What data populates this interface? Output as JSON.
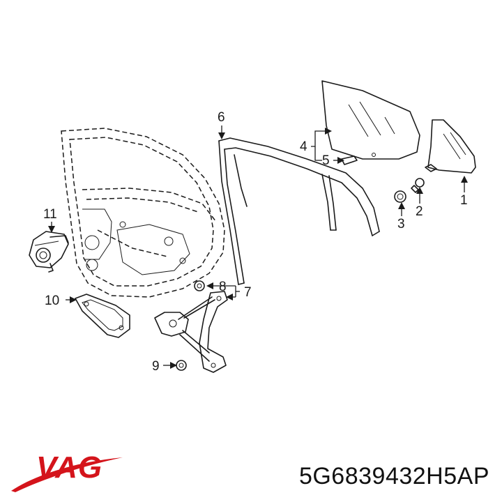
{
  "diagram": {
    "callouts": [
      "1",
      "2",
      "3",
      "4",
      "5",
      "6",
      "7",
      "8",
      "9",
      "10",
      "11"
    ]
  },
  "footer": {
    "brand": "VAG",
    "part_number": "5G6839432H5AP"
  },
  "colors": {
    "brand_red": "#d4141b",
    "line": "#1a1a1a",
    "background": "#ffffff"
  }
}
